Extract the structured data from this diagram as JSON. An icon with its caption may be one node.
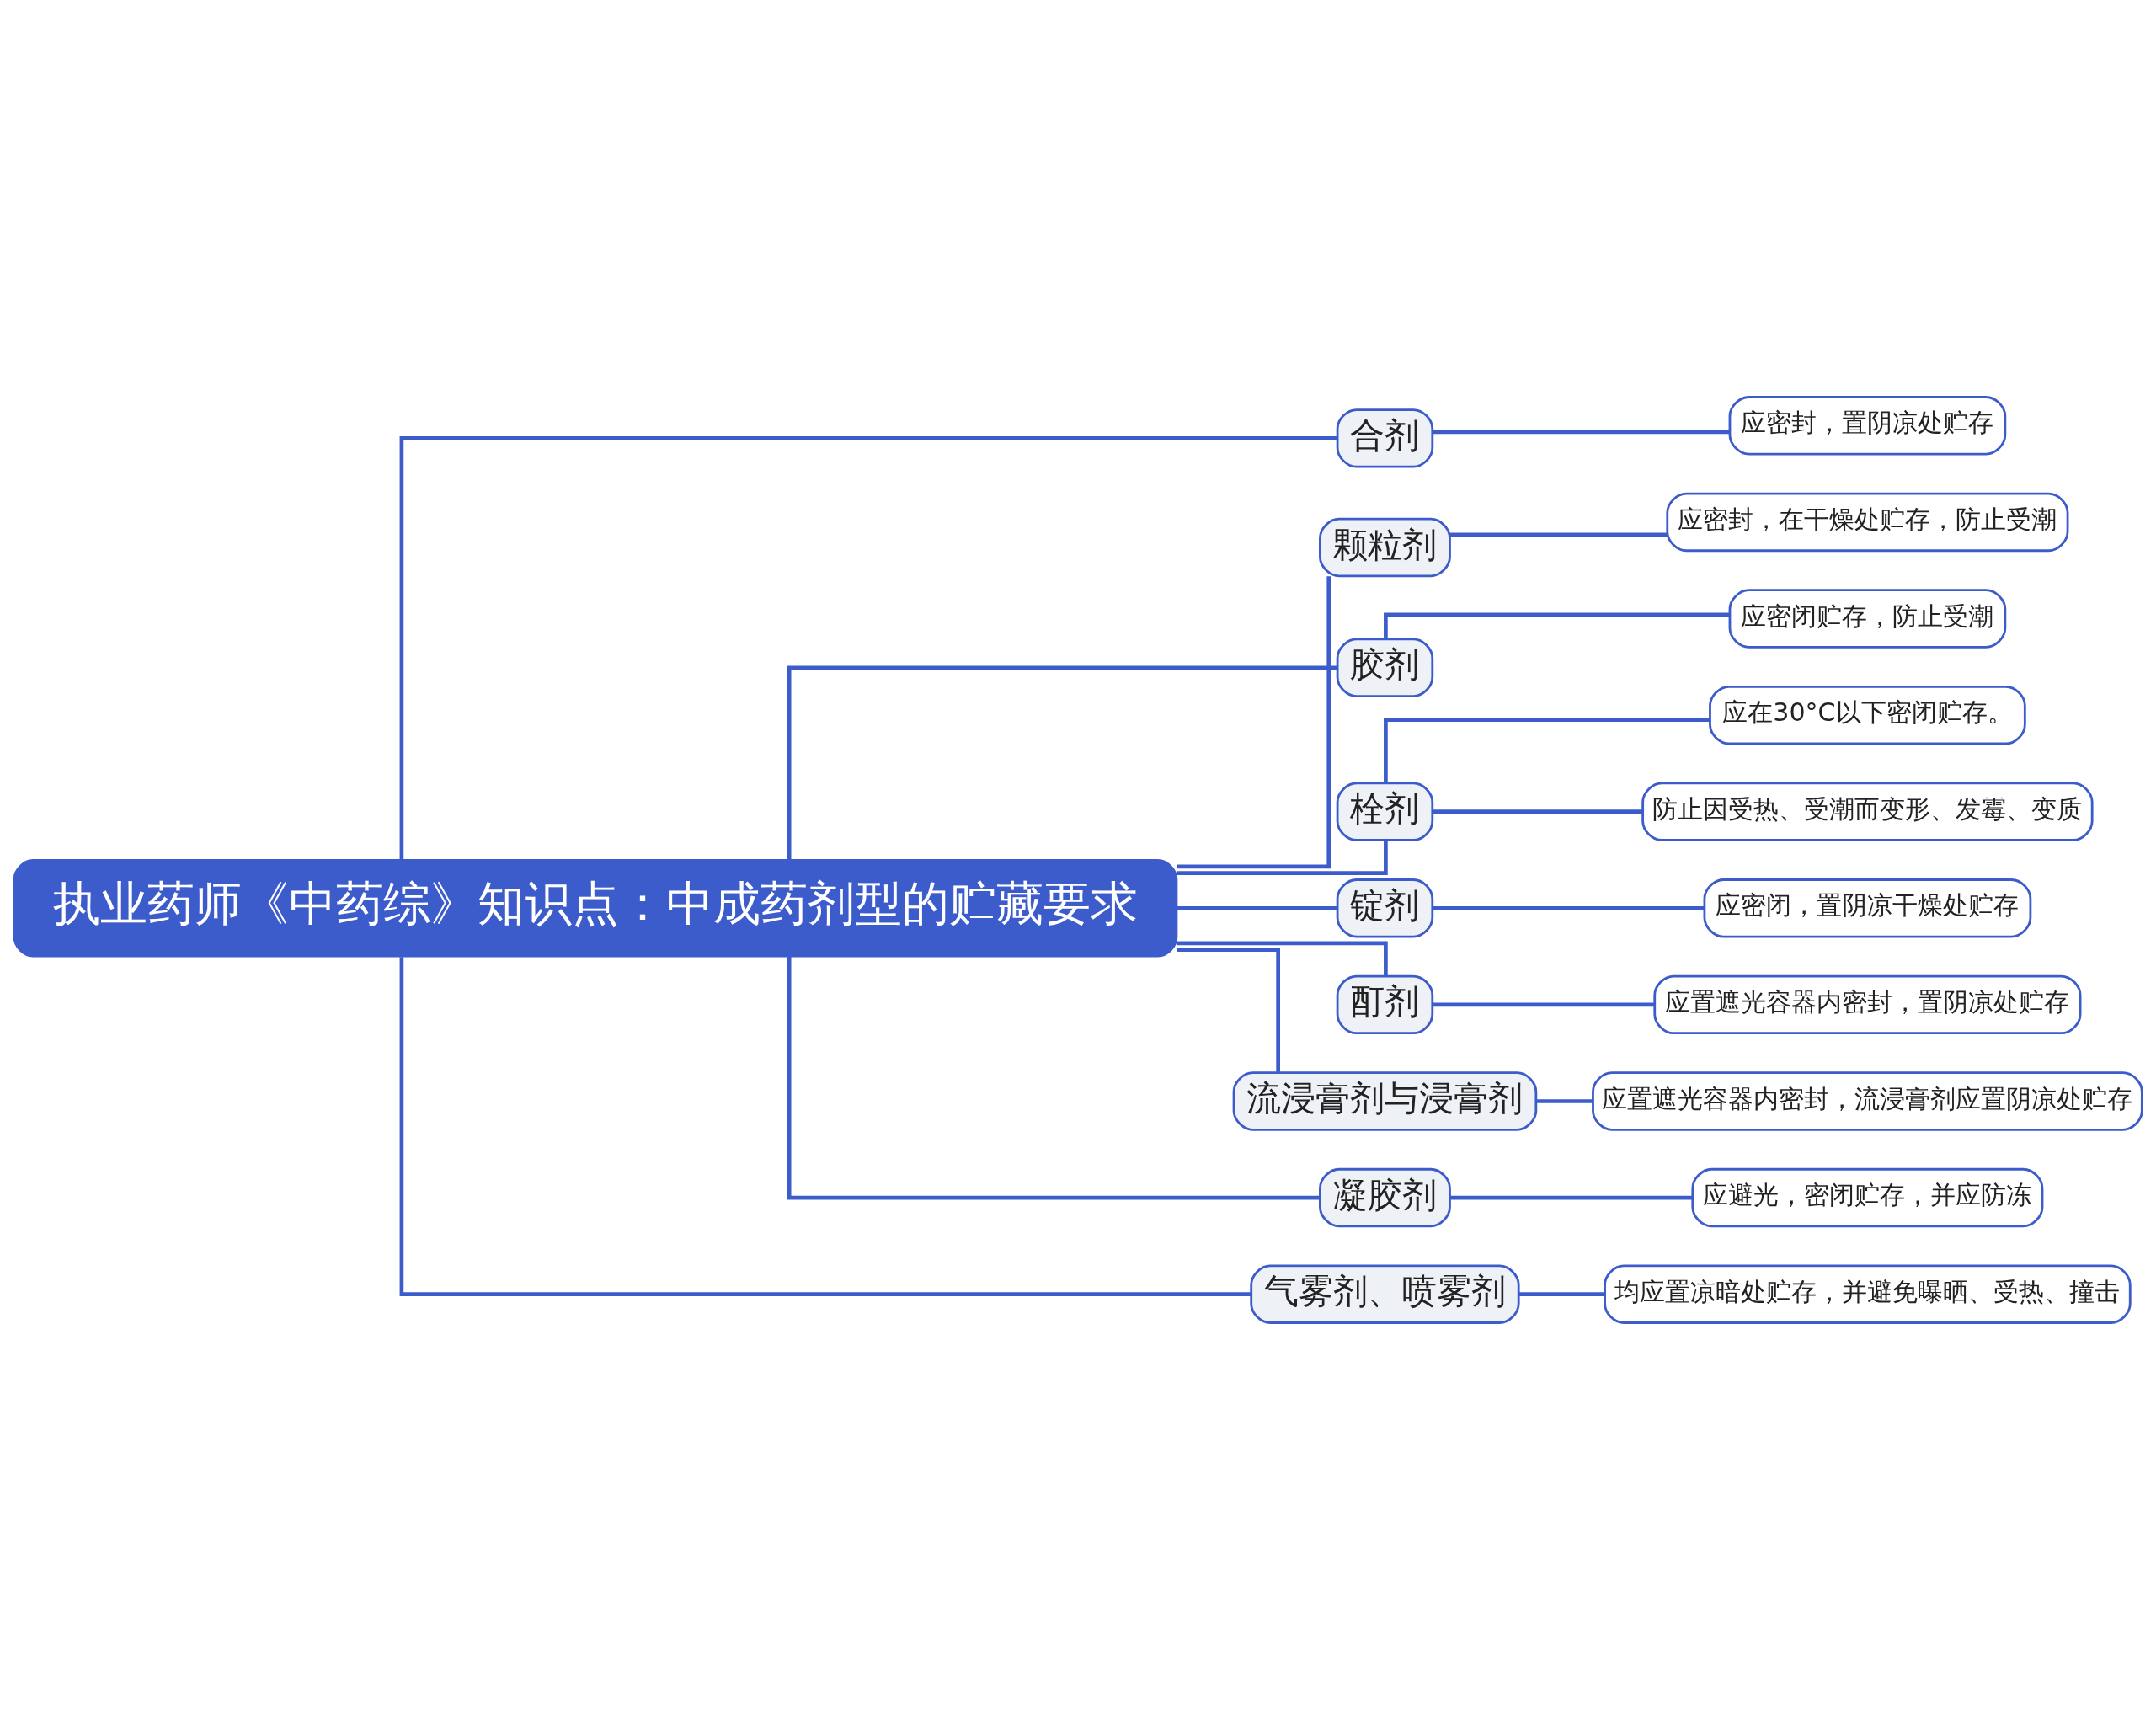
{
  "diagram": {
    "nodes": [
      {
        "text": [
          "执业药师《中药综》知识点：中成药剂型的贮藏要求"
        ]
      },
      {
        "text": [
          "合剂"
        ]
      },
      {
        "text": [
          "应密封，置阴凉处贮存"
        ]
      },
      {
        "text": [
          "颗粒剂"
        ]
      },
      {
        "text": [
          "应密封，在干燥处贮存，防止受潮"
        ]
      },
      {
        "text": [
          "胶剂"
        ]
      },
      {
        "text": [
          "应密闭贮存，防止受潮"
        ]
      },
      {
        "text": [
          "栓剂"
        ]
      },
      {
        "text": [
          "应在30°C以下密闭贮存。"
        ]
      },
      {
        "text": [
          "防止因受热、受潮而变形、发霉、变质"
        ]
      },
      {
        "text": [
          "锭剂"
        ]
      },
      {
        "text": [
          "应密闭，置阴凉干燥处贮存"
        ]
      },
      {
        "text": [
          "酊剂"
        ]
      },
      {
        "text": [
          "应置遮光容器内密封，置阴凉处贮存"
        ]
      },
      {
        "text": [
          "流浸膏剂与浸膏剂"
        ]
      },
      {
        "text": [
          "应置遮光容器内密封，流浸膏剂应置阴凉处贮存"
        ]
      },
      {
        "text": [
          "凝胶剂"
        ]
      },
      {
        "text": [
          "应避光，密闭贮存，并应防冻"
        ]
      },
      {
        "text": [
          "气雾剂、喷雾剂"
        ]
      },
      {
        "text": [
          "均应置凉暗处贮存，并避免曝晒、受热、撞击"
        ]
      }
    ],
    "edges": [
      {
        "from": 0,
        "to": 1,
        "arrow": "none"
      },
      {
        "from": 0,
        "to": 3,
        "arrow": "none"
      },
      {
        "from": 0,
        "to": 5,
        "arrow": "none"
      },
      {
        "from": 0,
        "to": 7,
        "arrow": "none"
      },
      {
        "from": 0,
        "to": 10,
        "arrow": "none"
      },
      {
        "from": 0,
        "to": 12,
        "arrow": "none"
      },
      {
        "from": 0,
        "to": 14,
        "arrow": "none"
      },
      {
        "from": 0,
        "to": 16,
        "arrow": "none"
      },
      {
        "from": 0,
        "to": 18,
        "arrow": "none"
      },
      {
        "from": 1,
        "to": 2,
        "arrow": "none"
      },
      {
        "from": 3,
        "to": 4,
        "arrow": "none"
      },
      {
        "from": 5,
        "to": 6,
        "arrow": "none"
      },
      {
        "from": 7,
        "to": 8,
        "arrow": "none"
      },
      {
        "from": 7,
        "to": 9,
        "arrow": "none"
      },
      {
        "from": 10,
        "to": 11,
        "arrow": "none"
      },
      {
        "from": 12,
        "to": 13,
        "arrow": "none"
      },
      {
        "from": 14,
        "to": 15,
        "arrow": "none"
      },
      {
        "from": 16,
        "to": 17,
        "arrow": "none"
      },
      {
        "from": 18,
        "to": 19,
        "arrow": "none"
      }
    ]
  }
}
